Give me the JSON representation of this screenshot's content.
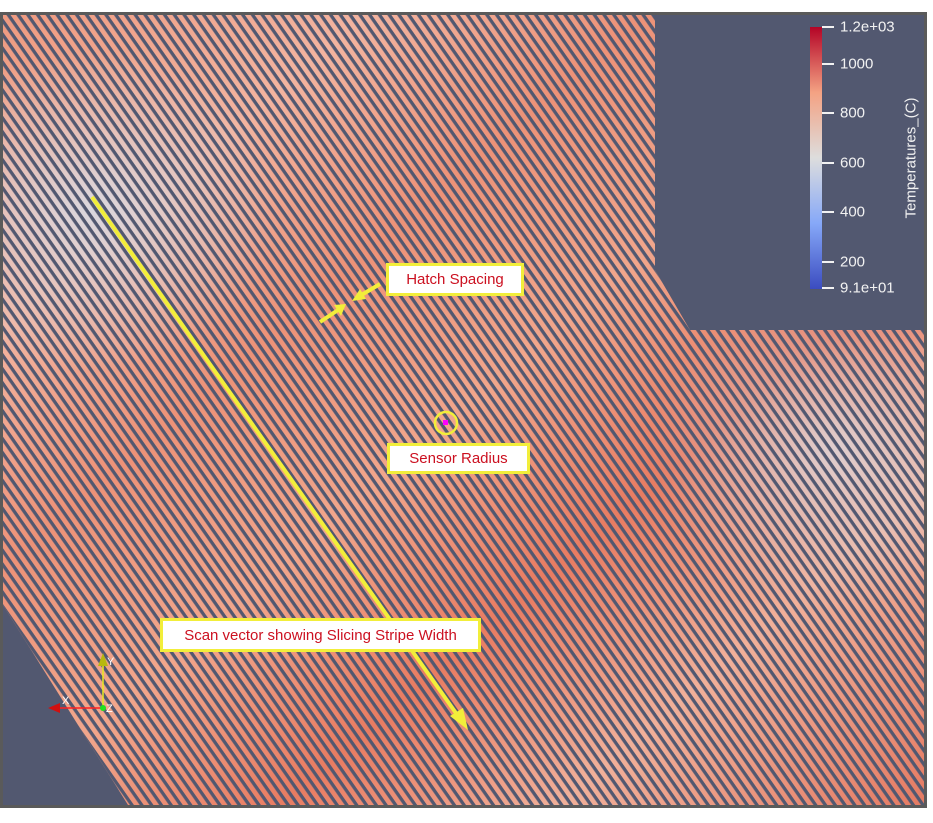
{
  "viewport": {
    "background": "#525870",
    "frame": "#5a5a5a"
  },
  "colorbar": {
    "title": "Temperatures_(C)",
    "ticks": [
      {
        "label": "1.2e+03",
        "value": 1200
      },
      {
        "label": "1000",
        "value": 1000
      },
      {
        "label": "800",
        "value": 800
      },
      {
        "label": "600",
        "value": 600
      },
      {
        "label": "400",
        "value": 400
      },
      {
        "label": "200",
        "value": 200
      },
      {
        "label": "9.1e+01",
        "value": 91
      }
    ],
    "range": [
      91,
      1200
    ],
    "colors": {
      "low": "#3b4cc0",
      "mid": "#dddddd",
      "high": "#b40426"
    }
  },
  "annotations": {
    "hatch_spacing": "Hatch Spacing",
    "sensor_radius": "Sensor Radius",
    "scan_vector": "Scan vector showing Slicing Stripe Width"
  },
  "axes": {
    "x": "X",
    "y": "Y",
    "z": "Z"
  }
}
